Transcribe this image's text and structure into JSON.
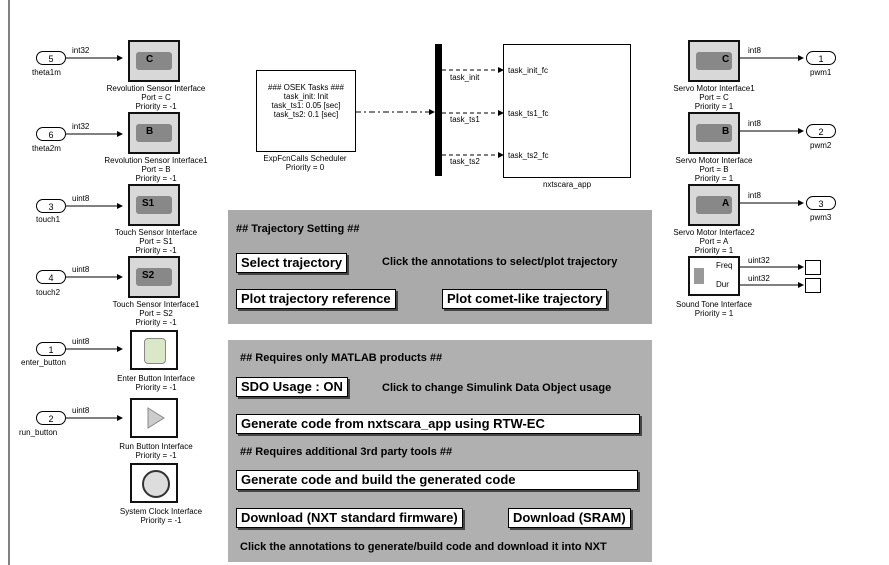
{
  "inports": [
    {
      "num": "5",
      "type": "int32",
      "name": "theta1m"
    },
    {
      "num": "6",
      "type": "int32",
      "name": "theta2m"
    },
    {
      "num": "3",
      "type": "uint8",
      "name": "touch1"
    },
    {
      "num": "4",
      "type": "uint8",
      "name": "touch2"
    },
    {
      "num": "1",
      "type": "uint8",
      "name": "enter_button"
    },
    {
      "num": "2",
      "type": "uint8",
      "name": "run_button"
    }
  ],
  "left_blocks": [
    {
      "name": "Revolution Sensor Interface",
      "port": "Port = C",
      "priority": "Priority = -1",
      "glyph": "C"
    },
    {
      "name": "Revolution Sensor Interface1",
      "port": "Port = B",
      "priority": "Priority = -1",
      "glyph": "B"
    },
    {
      "name": "Touch Sensor Interface",
      "port": "Port = S1",
      "priority": "Priority = -1",
      "glyph": "S1"
    },
    {
      "name": "Touch Sensor Interface1",
      "port": "Port = S2",
      "priority": "Priority = -1",
      "glyph": "S2"
    },
    {
      "name": "Enter Button Interface",
      "priority": "Priority = -1"
    },
    {
      "name": "Run Button Interface",
      "priority": "Priority = -1"
    },
    {
      "name": "System Clock Interface",
      "priority": "Priority = -1"
    }
  ],
  "scheduler": {
    "lines": [
      "###   OSEK Tasks   ###",
      "task_init: Init",
      "task_ts1: 0.05 [sec]",
      "task_ts2: 0.1 [sec]"
    ],
    "name": "ExpFcnCalls Scheduler",
    "priority": "Priority = 0"
  },
  "mux_signals": [
    "task_init",
    "task_ts1",
    "task_ts2"
  ],
  "subsystem": {
    "inputs": [
      "task_init_fc",
      "task_ts1_fc",
      "task_ts2_fc"
    ],
    "name": "nxtscara_app"
  },
  "right_blocks": [
    {
      "name": "Servo Motor Interface1",
      "port": "Port = C",
      "priority": "Priority = 1",
      "glyph": "C",
      "type": "int8"
    },
    {
      "name": "Servo Motor Interface",
      "port": "Port = B",
      "priority": "Priority = 1",
      "glyph": "B",
      "type": "int8"
    },
    {
      "name": "Servo Motor Interface2",
      "port": "Port = A",
      "priority": "Priority = 1",
      "glyph": "A",
      "type": "int8"
    }
  ],
  "outports": [
    {
      "num": "1",
      "name": "pwm1"
    },
    {
      "num": "2",
      "name": "pwm2"
    },
    {
      "num": "3",
      "name": "pwm3"
    }
  ],
  "sound": {
    "name": "Sound Tone Interface",
    "priority": "Priority = 1",
    "in1": "Freq",
    "in2": "Dur",
    "type1": "uint32",
    "type2": "uint32"
  },
  "trajectory_panel": {
    "heading": "## Trajectory Setting ##",
    "select_btn": "Select trajectory",
    "select_hint": "Click the annotations to select/plot trajectory",
    "plot_ref_btn": "Plot trajectory reference",
    "plot_comet_btn": "Plot comet-like trajectory"
  },
  "codegen_panel": {
    "heading1": "## Requires only MATLAB products ##",
    "sdo_btn": "SDO Usage : ON",
    "sdo_hint": "Click to change Simulink Data Object usage",
    "gen_btn": "Generate code from nxtscara_app using RTW-EC",
    "heading2": "## Requires additional 3rd party tools ##",
    "build_btn": "Generate code and build the generated code",
    "dl_std_btn": "Download (NXT standard firmware)",
    "dl_sram_btn": "Download (SRAM)",
    "footer": "Click the annotations to generate/build code and download it into NXT"
  }
}
